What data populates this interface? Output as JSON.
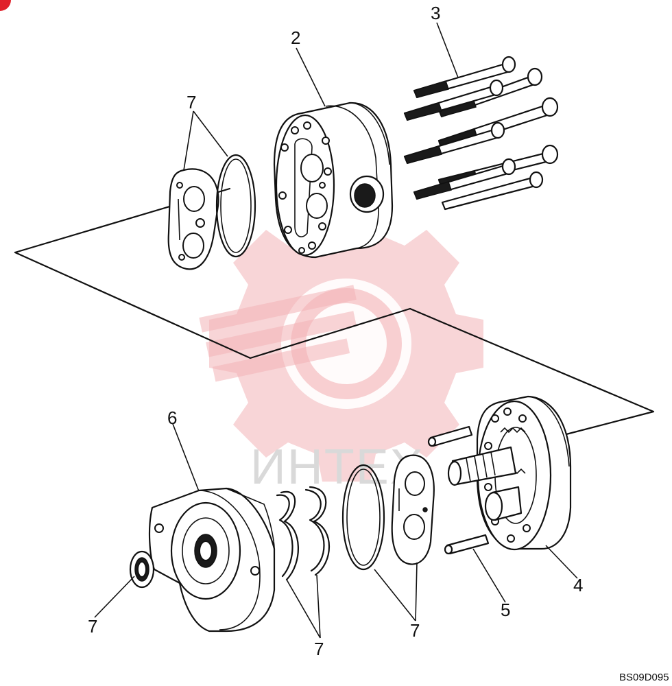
{
  "diagram": {
    "callouts": [
      {
        "id": "c2",
        "text": "2"
      },
      {
        "id": "c3",
        "text": "3"
      },
      {
        "id": "c4",
        "text": "4"
      },
      {
        "id": "c5",
        "text": "5"
      },
      {
        "id": "c6",
        "text": "6"
      },
      {
        "id": "c7a",
        "text": "7"
      },
      {
        "id": "c7b",
        "text": "7"
      },
      {
        "id": "c7c",
        "text": "7"
      },
      {
        "id": "c7d",
        "text": "7"
      }
    ],
    "drawing_code": "BS09D095",
    "watermark_text": "ИНТЕХ"
  },
  "colors": {
    "line": "#111111",
    "watermark": "#f3b3b6",
    "corner_badge": "#e0202a"
  }
}
